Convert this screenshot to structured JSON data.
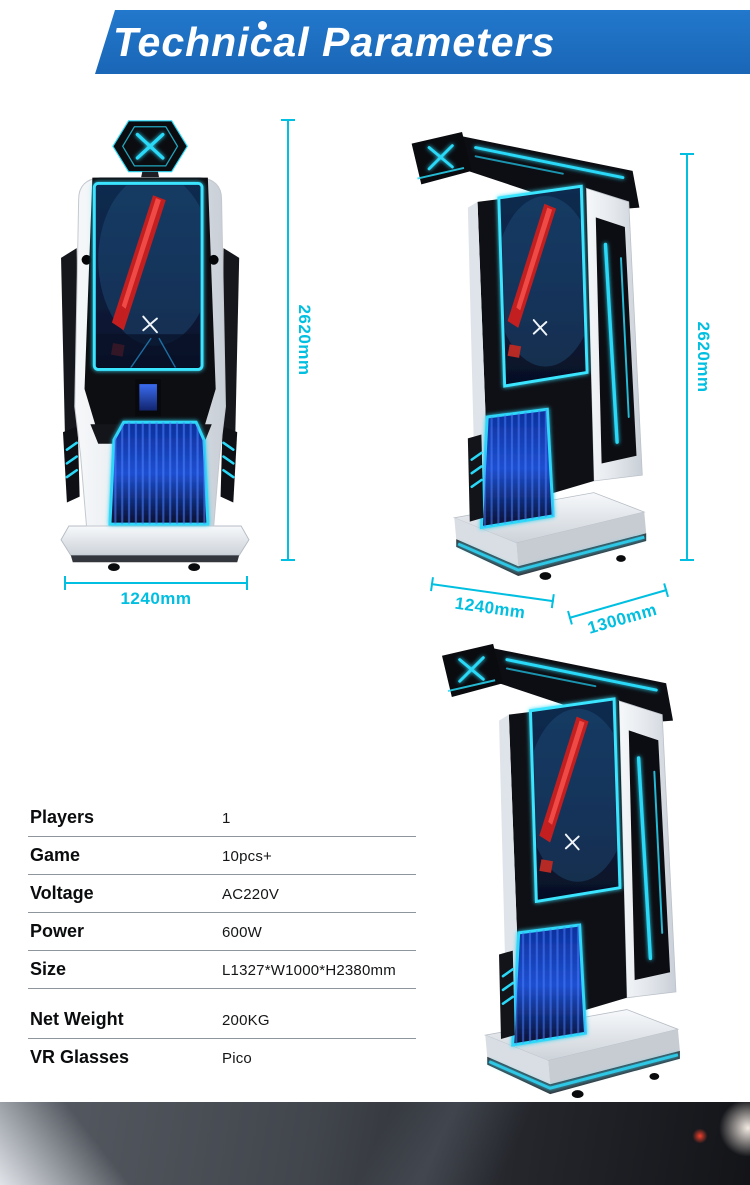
{
  "banner": {
    "title": "Technical Parameters"
  },
  "dimensions": {
    "front_height": "2620mm",
    "front_width": "1240mm",
    "side_height": "2620mm",
    "side_width": "1240mm",
    "side_depth": "1300mm"
  },
  "specs": {
    "rows": [
      {
        "label": "Players",
        "value": "1"
      },
      {
        "label": "Game",
        "value": "10pcs+"
      },
      {
        "label": "Voltage",
        "value": "AC220V"
      },
      {
        "label": "Power",
        "value": "600W"
      },
      {
        "label": "Size",
        "value": "L1327*W1000*H2380mm"
      },
      {
        "label": "Net Weight",
        "value": "200KG"
      },
      {
        "label": "VR Glasses",
        "value": "Pico"
      }
    ]
  },
  "colors": {
    "banner_blue": "#1d6ec2",
    "dimension_cyan": "#00bfe0",
    "machine_glow_cyan": "#2fe3ff"
  }
}
